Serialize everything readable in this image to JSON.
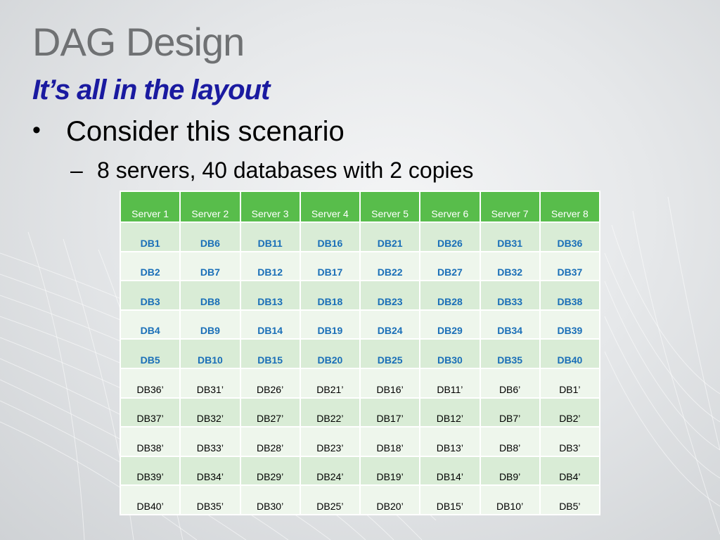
{
  "slide": {
    "title": "DAG Design",
    "subtitle": "It’s all in the layout",
    "bullet": {
      "marker": "•",
      "text": "Consider this scenario"
    },
    "sub_bullet": {
      "marker": "–",
      "text": "8 servers, 40 databases with 2 copies"
    }
  },
  "table": {
    "headers": [
      "Server 1",
      "Server 2",
      "Server 3",
      "Server 4",
      "Server 5",
      "Server 6",
      "Server 7",
      "Server 8"
    ],
    "rows": [
      [
        "DB1",
        "DB6",
        "DB11",
        "DB16",
        "DB21",
        "DB26",
        "DB31",
        "DB36"
      ],
      [
        "DB2",
        "DB7",
        "DB12",
        "DB17",
        "DB22",
        "DB27",
        "DB32",
        "DB37"
      ],
      [
        "DB3",
        "DB8",
        "DB13",
        "DB18",
        "DB23",
        "DB28",
        "DB33",
        "DB38"
      ],
      [
        "DB4",
        "DB9",
        "DB14",
        "DB19",
        "DB24",
        "DB29",
        "DB34",
        "DB39"
      ],
      [
        "DB5",
        "DB10",
        "DB15",
        "DB20",
        "DB25",
        "DB30",
        "DB35",
        "DB40"
      ],
      [
        "DB36’",
        "DB31’",
        "DB26’",
        "DB21’",
        "DB16’",
        "DB11’",
        "DB6’",
        "DB1’"
      ],
      [
        "DB37’",
        "DB32’",
        "DB27’",
        "DB22’",
        "DB17’",
        "DB12’",
        "DB7’",
        "DB2’"
      ],
      [
        "DB38’",
        "DB33’",
        "DB28’",
        "DB23’",
        "DB18’",
        "DB13’",
        "DB8’",
        "DB3’"
      ],
      [
        "DB39’",
        "DB34’",
        "DB29’",
        "DB24’",
        "DB19’",
        "DB14’",
        "DB9’",
        "DB4’"
      ],
      [
        "DB40’",
        "DB35’",
        "DB30’",
        "DB25’",
        "DB20’",
        "DB15’",
        "DB10’",
        "DB5’"
      ]
    ]
  },
  "colors": {
    "title": "#6f7173",
    "subtitle": "#1a1aa0",
    "header_bg": "#58bd4b",
    "active_text": "#1a6fb8",
    "band_dark": "#d9ecd6",
    "band_light": "#eef6ec"
  }
}
